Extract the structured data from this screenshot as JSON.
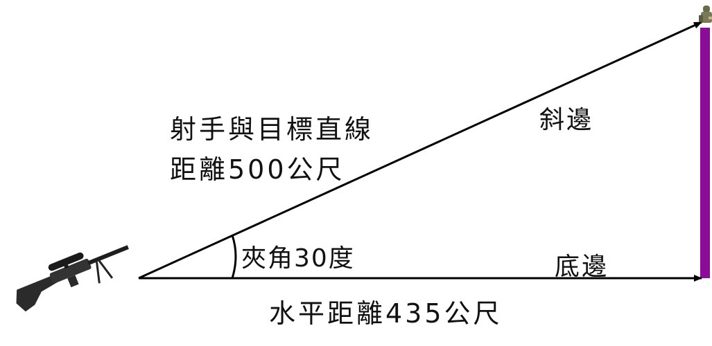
{
  "labels": {
    "hypotenuse_desc": [
      "射手與目標直線",
      "距離500公尺"
    ],
    "hypotenuse": "斜邊",
    "angle": "夾角30度",
    "base": "底邊",
    "base_desc": "水平距離435公尺"
  },
  "icons": {
    "shooter": "sniper-rifle-icon",
    "target": "soldier-target-icon"
  },
  "colors": {
    "lines": "#000000",
    "target_pole": "#8b0c96",
    "background": "#ffffff"
  }
}
